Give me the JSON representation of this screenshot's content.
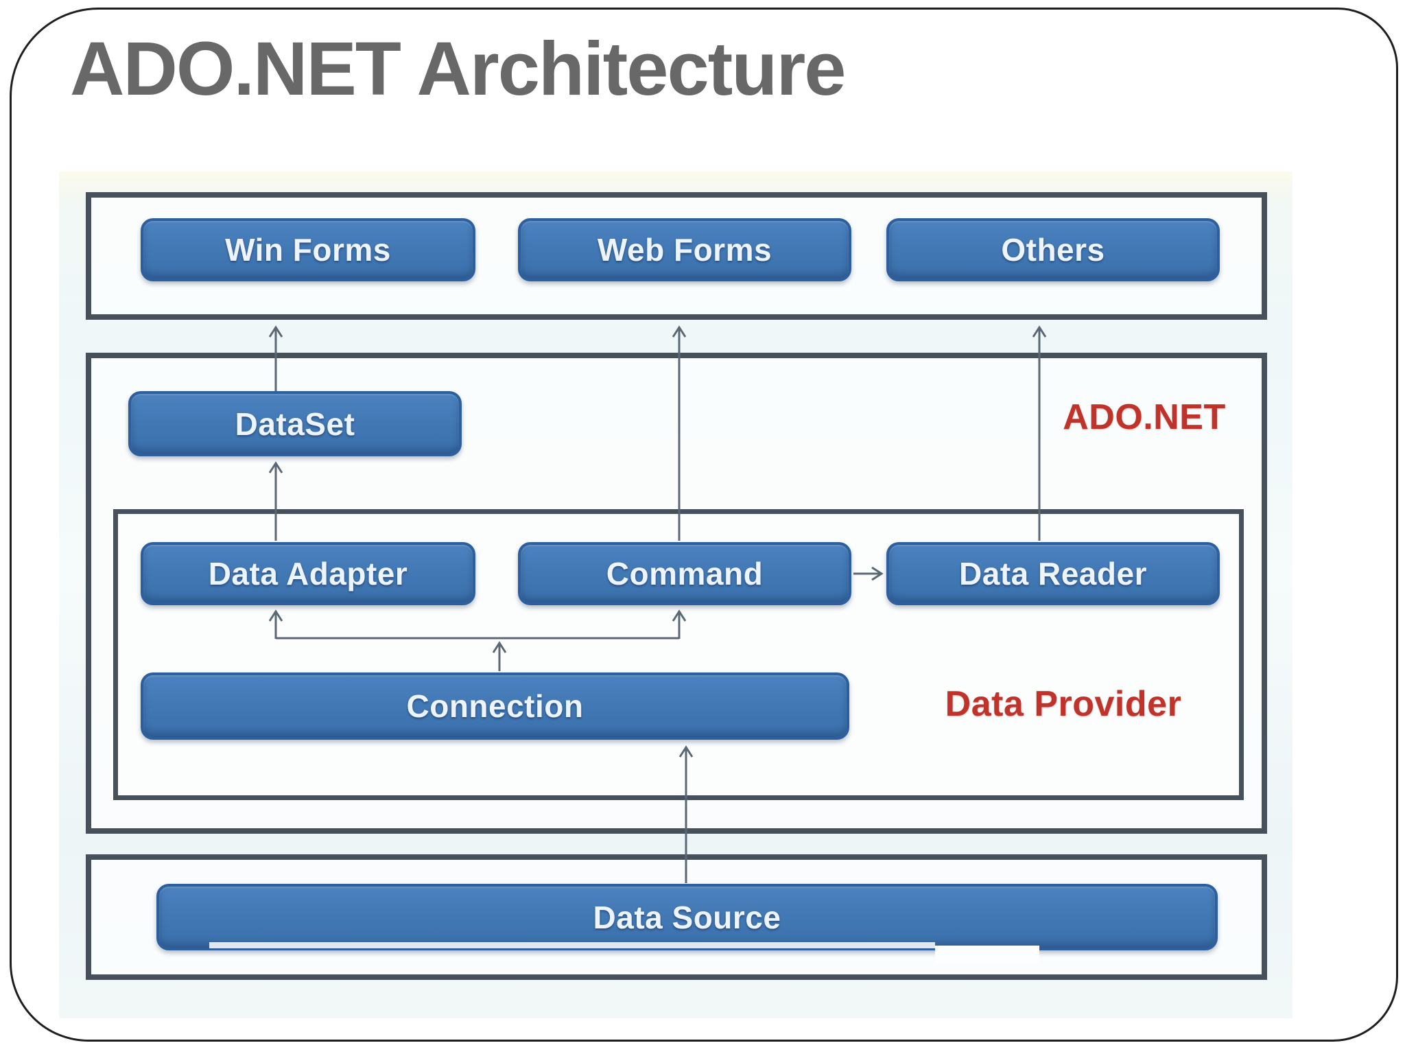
{
  "title": "ADO.NET Architecture",
  "layers": {
    "forms": {
      "win": "Win Forms",
      "web": "Web Forms",
      "others": "Others"
    },
    "adonet": {
      "label": "ADO.NET",
      "dataset": "DataSet"
    },
    "provider": {
      "label": "Data Provider",
      "adapter": "Data Adapter",
      "command": "Command",
      "reader": "Data Reader",
      "connection": "Connection"
    },
    "source": {
      "datasource": "Data Source"
    }
  },
  "colors": {
    "title_text": "#686868",
    "container_border": "#47515c",
    "box_fill_top": "#4b82bf",
    "box_fill_bottom": "#3a70ab",
    "box_border": "#2d5f9e",
    "box_text": "#edf4fc",
    "arrow": "#5b6874",
    "red_label": "#bf332b"
  }
}
